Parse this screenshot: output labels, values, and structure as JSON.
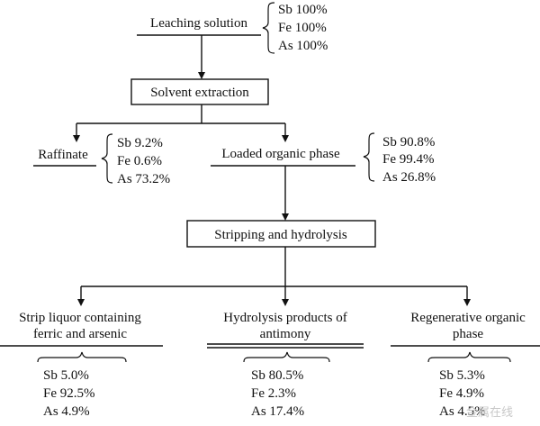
{
  "leaching": {
    "label": "Leaching solution",
    "values": [
      "Sb 100%",
      "Fe 100%",
      "As 100%"
    ]
  },
  "extraction": {
    "label": "Solvent extraction"
  },
  "raffinate": {
    "label": "Raffinate",
    "values": [
      "Sb 9.2%",
      "Fe 0.6%",
      "As 73.2%"
    ]
  },
  "loaded": {
    "label": "Loaded organic phase",
    "values": [
      "Sb 90.8%",
      "Fe 99.4%",
      "As 26.8%"
    ]
  },
  "stripping": {
    "label": "Stripping and hydrolysis"
  },
  "strip_liquor": {
    "label_lines": [
      "Strip liquor containing",
      "ferric and arsenic"
    ],
    "values": [
      "Sb 5.0%",
      "Fe 92.5%",
      "As 4.9%"
    ]
  },
  "hydrolysis": {
    "label_lines": [
      "Hydrolysis products of",
      "antimony"
    ],
    "values": [
      "Sb 80.5%",
      "Fe 2.3%",
      "As 17.4%"
    ]
  },
  "regenerative": {
    "label_lines": [
      "Regenerative organic",
      "phase"
    ],
    "values": [
      "Sb 5.3%",
      "Fe 4.9%",
      "As 4.5%"
    ]
  },
  "watermark": "金属在线"
}
